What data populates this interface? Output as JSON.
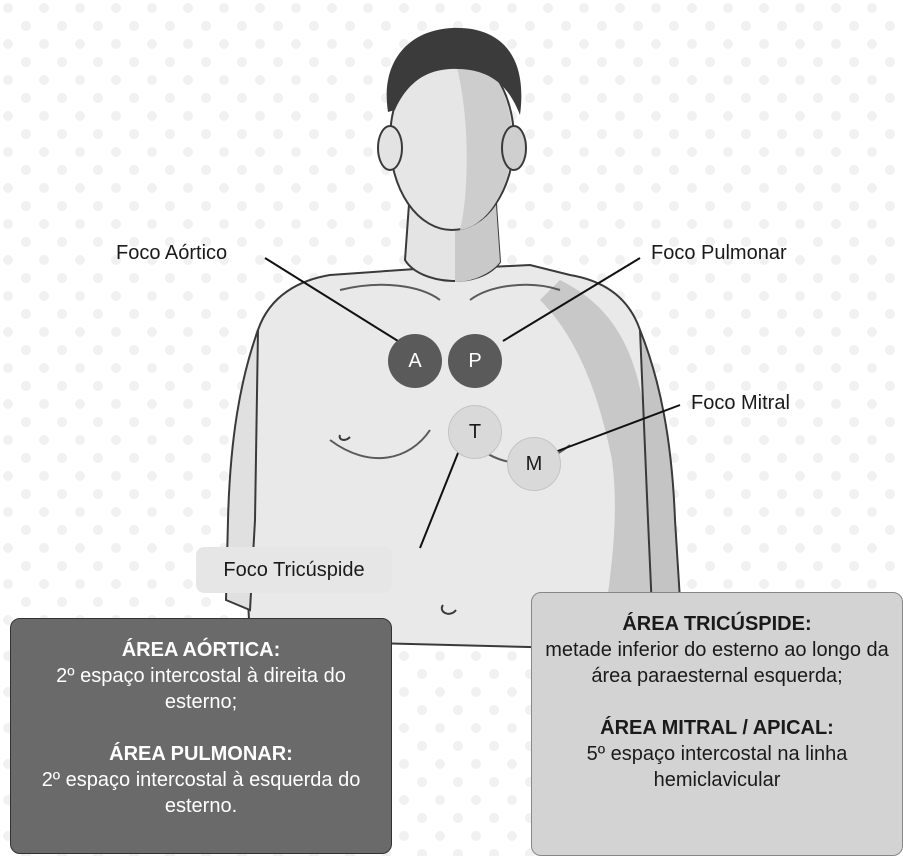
{
  "labels": {
    "aortico": "Foco Aórtico",
    "pulmonar": "Foco Pulmonar",
    "mitral": "Foco Mitral",
    "tricuspide": "Foco Tricúspide"
  },
  "markers": {
    "a": "A",
    "p": "P",
    "t": "T",
    "m": "M"
  },
  "left_box": {
    "aortica_title": "ÁREA AÓRTICA:",
    "aortica_text": "2º espaço intercostal à direita do esterno;",
    "pulmonar_title": "ÁREA PULMONAR:",
    "pulmonar_text": "2º espaço intercostal à esquerda do esterno."
  },
  "right_box": {
    "tricuspide_title": "ÁREA TRICÚSPIDE:",
    "tricuspide_text": "metade inferior do esterno ao longo da área paraesternal esquerda;",
    "mitral_title": "ÁREA MITRAL / APICAL:",
    "mitral_text": "5º espaço intercostal na linha hemiclavicular"
  },
  "colors": {
    "dark_marker": "#5a5a5a",
    "light_marker": "#d9d9d9",
    "dark_box": "#6a6a6a",
    "light_box": "#d3d3d3"
  }
}
